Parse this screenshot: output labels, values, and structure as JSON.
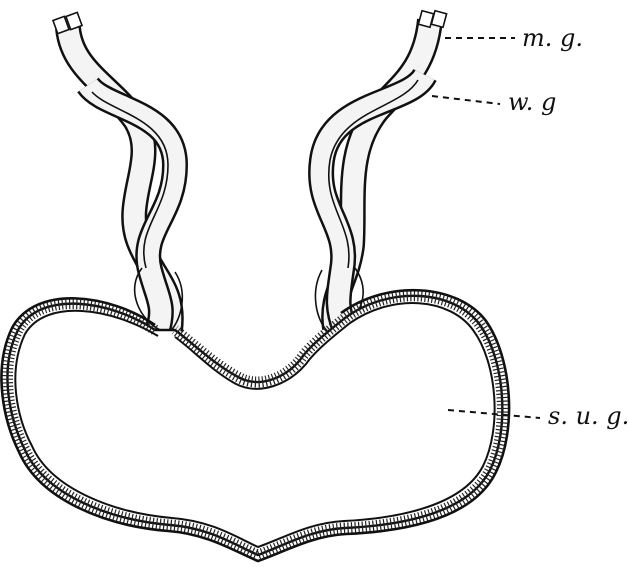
{
  "figure": {
    "labels": {
      "mg": "m. g.",
      "wg": "w. g",
      "sug": "s. u. g."
    }
  }
}
